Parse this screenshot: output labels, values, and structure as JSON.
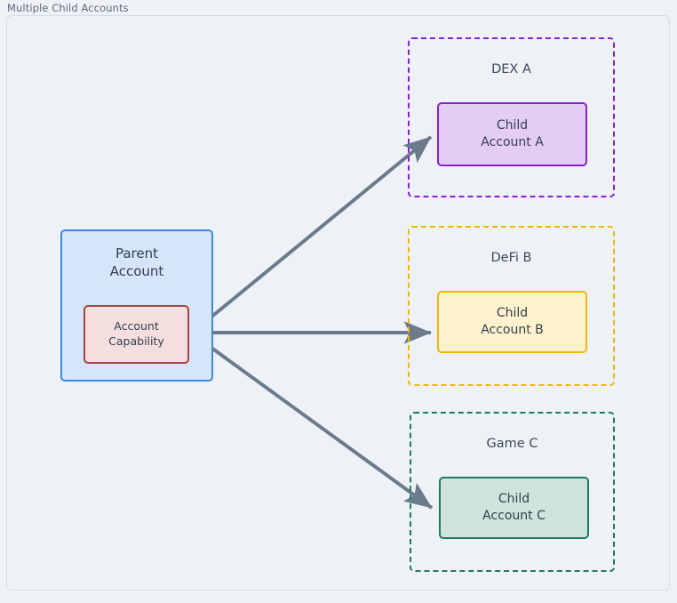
{
  "diagram": {
    "title": "Multiple Child Accounts",
    "background_color": "#eef2f6",
    "frame_border_color": "#d4dde5",
    "edge_color": "#6b7b8c",
    "text_color": "#333f4e"
  },
  "parent": {
    "label_line1": "Parent",
    "label_line2": "Account",
    "fill": "#d6e5f8",
    "stroke": "#3c8ae0",
    "capability": {
      "label_line1": "Account",
      "label_line2": "Capability",
      "fill": "#f4dede",
      "stroke": "#a94442"
    }
  },
  "clusters": [
    {
      "id": "dex",
      "label": "DEX A",
      "stroke": "#8b1fd4",
      "child": {
        "label_line1": "Child",
        "label_line2": "Account A",
        "fill": "#e4cdf4",
        "stroke": "#8b1fd4"
      }
    },
    {
      "id": "defi",
      "label": "DeFi B",
      "stroke": "#f2b705",
      "child": {
        "label_line1": "Child",
        "label_line2": "Account B",
        "fill": "#fdf2cd",
        "stroke": "#f2b705"
      }
    },
    {
      "id": "game",
      "label": "Game C",
      "stroke": "#1d7a63",
      "child": {
        "label_line1": "Child",
        "label_line2": "Account C",
        "fill": "#cfe4dc",
        "stroke": "#1d7a63"
      }
    }
  ],
  "edges": [
    {
      "id": "edge-capability-to-child-a",
      "from": "account-capability",
      "to": "child-account-a"
    },
    {
      "id": "edge-capability-to-child-b",
      "from": "account-capability",
      "to": "child-account-b"
    },
    {
      "id": "edge-capability-to-child-c",
      "from": "account-capability",
      "to": "child-account-c"
    }
  ]
}
